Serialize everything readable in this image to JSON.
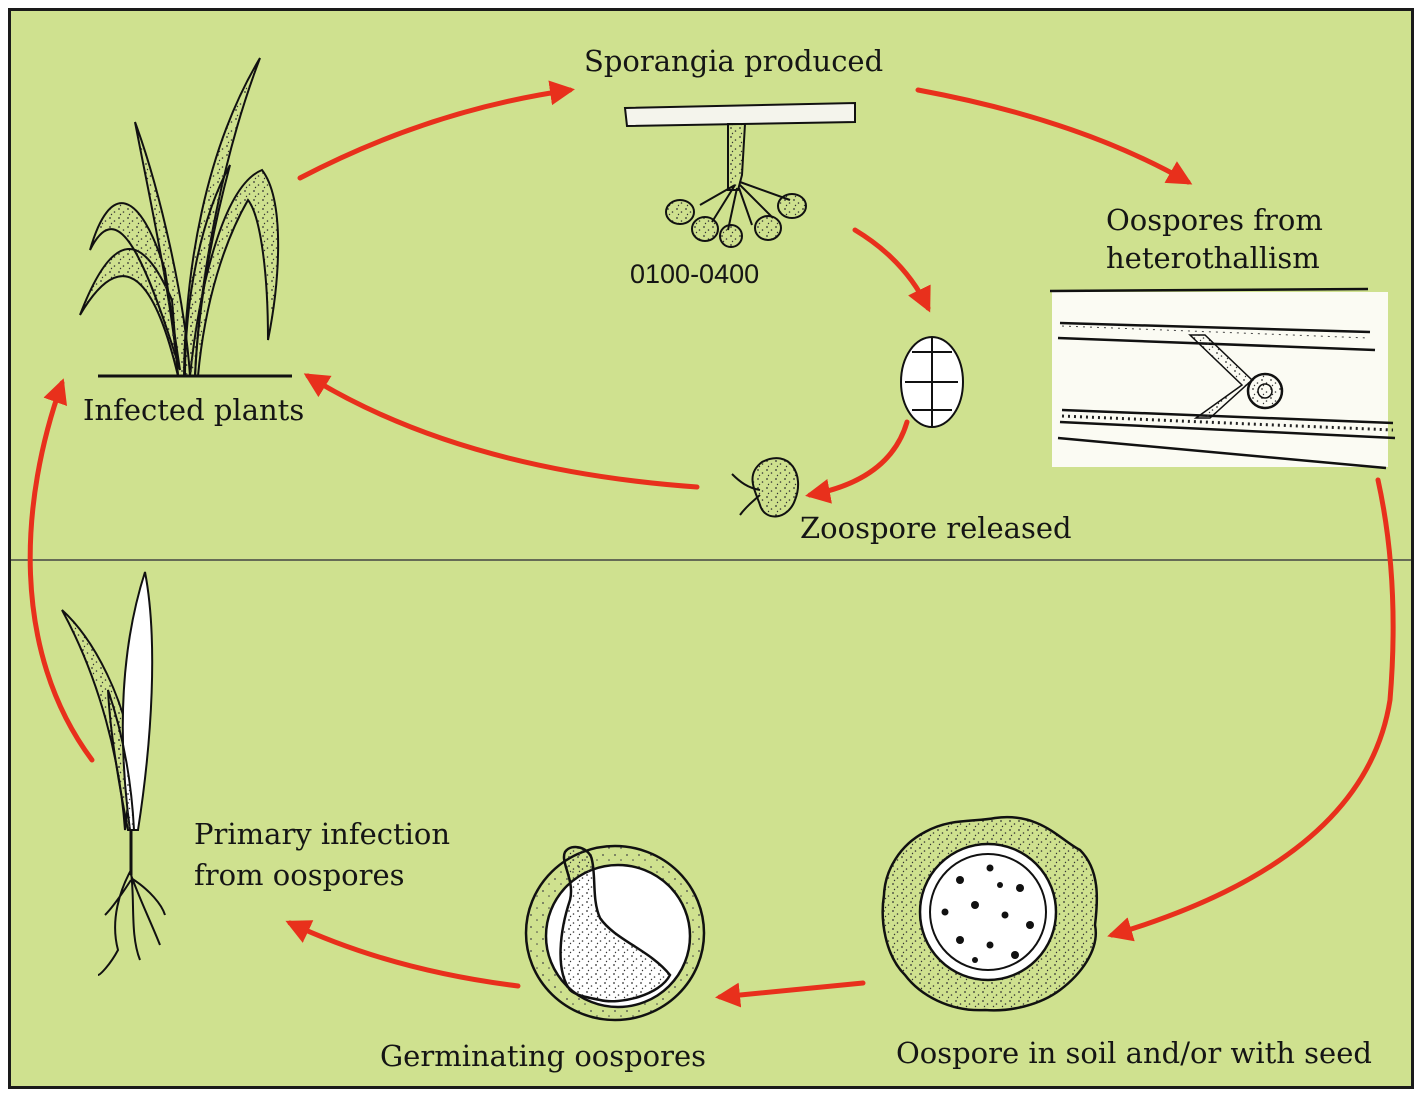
{
  "diagram": {
    "background_color": "#cfe18f",
    "arrow_color": "#e8301c",
    "labels": {
      "sporangia": "Sporangia produced",
      "time_range": "0100-0400",
      "oospores_hetero_line1": "Oospores from",
      "oospores_hetero_line2": "heterothallism",
      "infected_plants": "Infected plants",
      "zoospore": "Zoospore  released",
      "primary_line1": "Primary infection",
      "primary_line2": "from oospores",
      "germinating": "Germinating  oospores",
      "oospore_soil": "Oospore  in soil and/or with seed"
    }
  }
}
